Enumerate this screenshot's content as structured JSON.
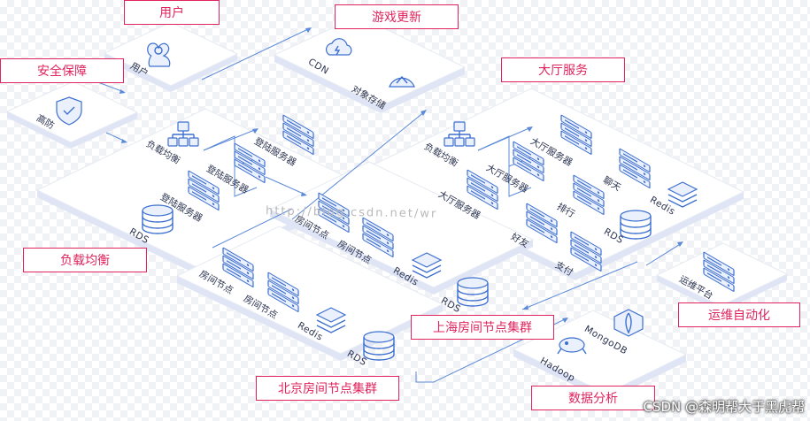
{
  "labels": {
    "user": "用户",
    "game_update": "游戏更新",
    "security": "安全保障",
    "lobby_service": "大厅服务",
    "load_balance": "负载均衡",
    "shanghai_cluster": "上海房间节点集群",
    "ops_automation": "运维自动化",
    "beijing_cluster": "北京房间节点集群",
    "data_analysis": "数据分析"
  },
  "items": {
    "user_icon": "用户",
    "cdn": "CDN",
    "object_storage": "对象存储",
    "ddos": "高防",
    "lb_left": "负载均衡",
    "login_server_1": "登陆服务器",
    "login_server_2": "登陆服务器",
    "login_server_3": "登陆服务器",
    "rds_left": "RDS",
    "lb_right": "负载均衡",
    "lobby_server_1": "大厅服务器",
    "lobby_server_2": "大厅服务器",
    "lobby_server_3": "大厅服务器",
    "chat": "聊天",
    "redis_lobby": "Redis",
    "ranking": "排行",
    "rds_lobby": "RDS",
    "friends": "好友",
    "payment": "支付",
    "room_node_sh_1": "房间节点",
    "room_node_sh_2": "房间节点",
    "redis_sh": "Redis",
    "rds_sh": "RDS",
    "room_node_bj_1": "房间节点",
    "room_node_bj_2": "房间节点",
    "redis_bj": "Redis",
    "rds_bj": "RDS",
    "ops_platform": "运维平台",
    "mongodb": "MongoDB",
    "hadoop": "Hadoop"
  },
  "watermark": "http://blog.csdn.net/wr",
  "credit": "CSDN @森明帮大于黑虎帮",
  "colors": {
    "label_border": "#e0245e",
    "icon": "#3d6fd0",
    "flow_line": "#5b8ad8",
    "platform_side": "#dfe5f5"
  }
}
